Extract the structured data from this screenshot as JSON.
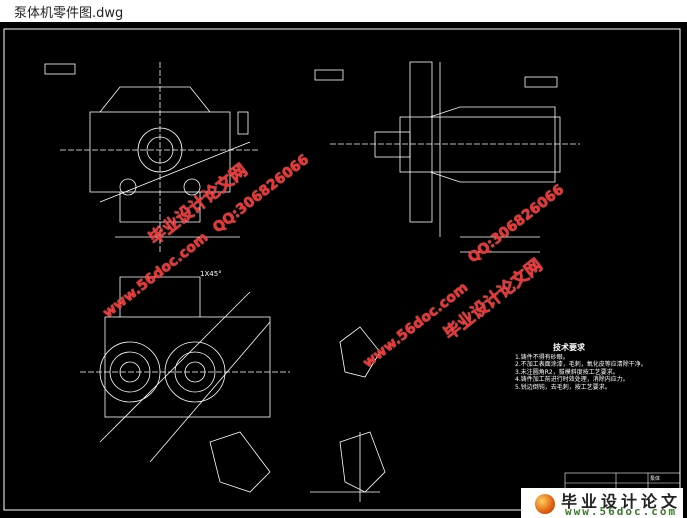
{
  "window": {
    "title": "泵体机零件图.dwg"
  },
  "drawing": {
    "technical_requirements": {
      "heading": "技术要求",
      "items": [
        "1.铸件不得有砂眼。",
        "2.不加工表面涂漆，毛刺，氧化皮等应清除干净。",
        "3.未注圆角R2，拔模斜度按工艺要求。",
        "4.铸件加工前进行时效处理，消除内应力。",
        "5.锐边倒钝，去毛刺，按工艺要求。"
      ]
    },
    "title_block": {
      "part_name": "泵体"
    },
    "annotations": {
      "chamfer": "1X45°"
    }
  },
  "watermarks": {
    "site_cn": "毕业设计论文网",
    "site_url": "www.56doc.com",
    "qq": "QQ:306826066"
  },
  "logo": {
    "name": "毕业设计论文网",
    "url": "www.56doc.com"
  },
  "colors": {
    "background": "#000000",
    "lines": "#ffffff",
    "watermark": "#ff2a2a"
  }
}
